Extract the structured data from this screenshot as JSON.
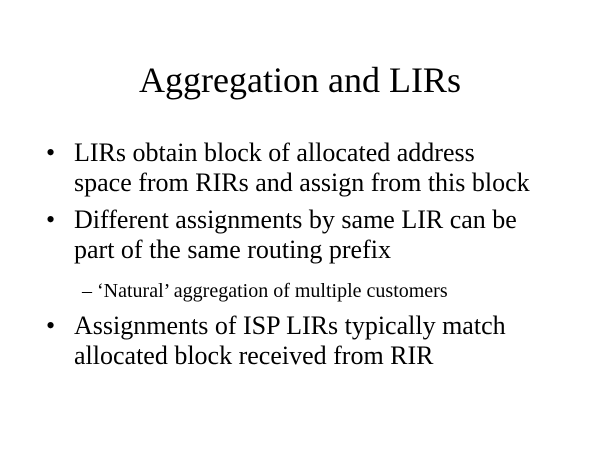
{
  "title": "Aggregation and LIRs",
  "bullets": [
    {
      "lines": [
        "LIRs obtain block of allocated address",
        "space from RIRs and assign from this block"
      ]
    },
    {
      "lines": [
        "Different assignments by same LIR can be",
        "part of the same routing prefix"
      ]
    },
    {
      "lines": [
        "Assignments of ISP LIRs typically match",
        "allocated block received from RIR"
      ]
    }
  ],
  "sub_bullet": "– ‘Natural’ aggregation of multiple customers",
  "bullet_char": "•"
}
